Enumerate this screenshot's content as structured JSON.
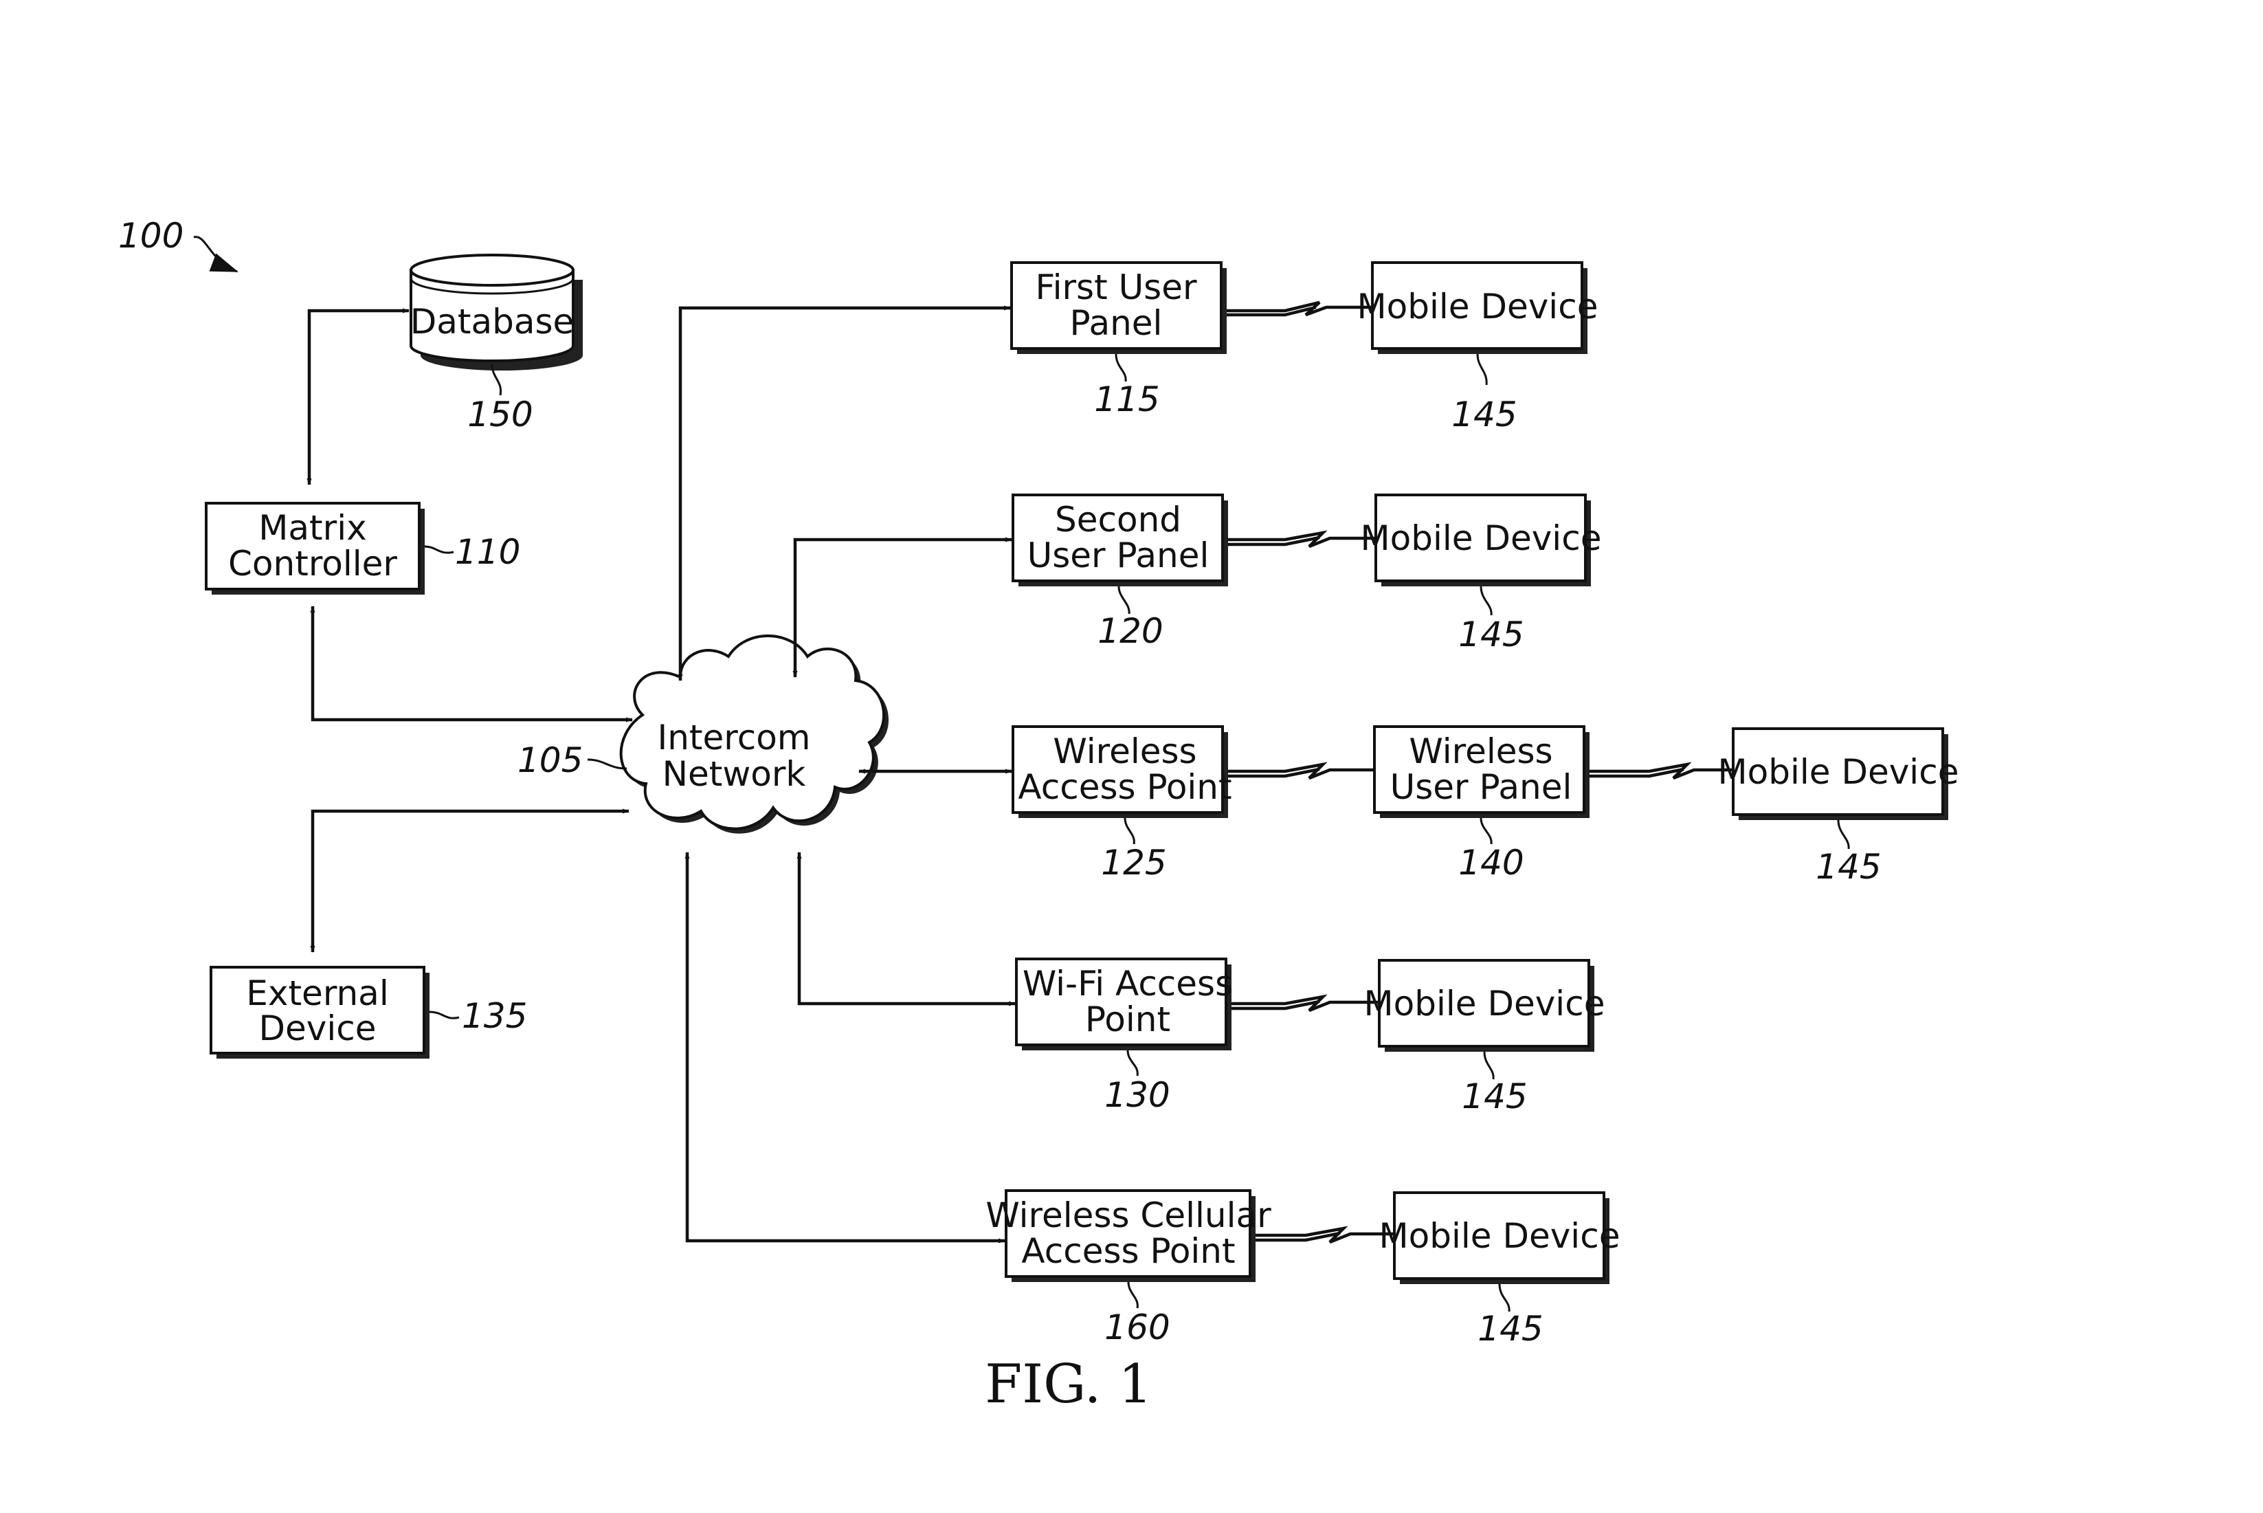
{
  "system_ref": "100",
  "figure_caption": "FIG. 1",
  "nodes": {
    "database": {
      "label": [
        "Database"
      ],
      "ref": "150"
    },
    "matrix_controller": {
      "label": [
        "Matrix",
        "Controller"
      ],
      "ref": "110"
    },
    "intercom_network": {
      "label": [
        "Intercom",
        "Network"
      ],
      "ref": "105"
    },
    "external_device": {
      "label": [
        "External",
        "Device"
      ],
      "ref": "135"
    },
    "first_user_panel": {
      "label": [
        "First User",
        "Panel"
      ],
      "ref": "115"
    },
    "second_user_panel": {
      "label": [
        "Second",
        "User Panel"
      ],
      "ref": "120"
    },
    "wireless_access_point": {
      "label": [
        "Wireless",
        "Access Point"
      ],
      "ref": "125"
    },
    "wireless_user_panel": {
      "label": [
        "Wireless",
        "User Panel"
      ],
      "ref": "140"
    },
    "wifi_access_point": {
      "label": [
        "Wi-Fi Access",
        "Point"
      ],
      "ref": "130"
    },
    "wireless_cellular_access_point": {
      "label": [
        "Wireless Cellular",
        "Access Point"
      ],
      "ref": "160"
    },
    "mobile_device_1": {
      "label": [
        "Mobile Device"
      ],
      "ref": "145"
    },
    "mobile_device_2": {
      "label": [
        "Mobile Device"
      ],
      "ref": "145"
    },
    "mobile_device_3": {
      "label": [
        "Mobile Device"
      ],
      "ref": "145"
    },
    "mobile_device_4": {
      "label": [
        "Mobile Device"
      ],
      "ref": "145"
    },
    "mobile_device_5": {
      "label": [
        "Mobile Device"
      ],
      "ref": "145"
    }
  }
}
